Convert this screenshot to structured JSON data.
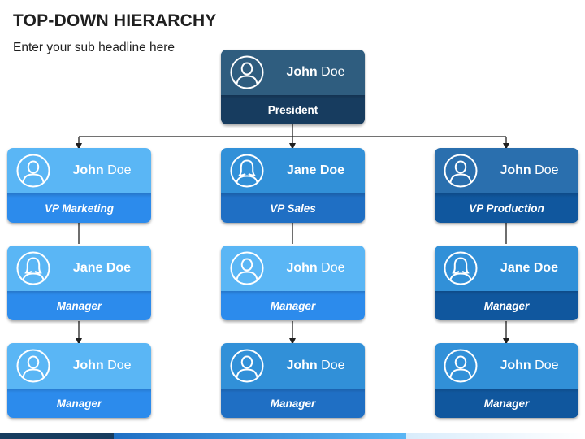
{
  "header": {
    "title": "TOP-DOWN HIERARCHY",
    "subtitle": "Enter your sub headline here"
  },
  "colors": {
    "president_top": "#2f5d7f",
    "president_bottom": "#173c5f",
    "light_top": "#5ab6f5",
    "light_bottom": "#2c8bec",
    "mid_top": "#3190d8",
    "mid_bottom": "#1f6fc4",
    "dark_top": "#2a6fae",
    "dark_bottom": "#10579e",
    "connector": "#1f1f1f"
  },
  "president": {
    "first": "John",
    "last": "Doe",
    "full": "",
    "role": "President",
    "avatar": "male-avatar-icon"
  },
  "columns": [
    {
      "name": "vp-marketing",
      "cards": [
        {
          "first": "John",
          "last": "Doe",
          "full": "",
          "role": "VP Marketing",
          "avatar": "male-avatar-icon"
        },
        {
          "first": "",
          "last": "",
          "full": "Jane Doe",
          "role": "Manager",
          "avatar": "female-avatar-icon"
        },
        {
          "first": "John",
          "last": "Doe",
          "full": "",
          "role": "Manager",
          "avatar": "male-avatar-icon"
        }
      ]
    },
    {
      "name": "vp-sales",
      "cards": [
        {
          "first": "",
          "last": "",
          "full": "Jane Doe",
          "role": "VP Sales",
          "avatar": "female-avatar-icon"
        },
        {
          "first": "John",
          "last": "Doe",
          "full": "",
          "role": "Manager",
          "avatar": "male-avatar-icon"
        },
        {
          "first": "John",
          "last": "Doe",
          "full": "",
          "role": "Manager",
          "avatar": "male-avatar-icon"
        }
      ]
    },
    {
      "name": "vp-production",
      "cards": [
        {
          "first": "John",
          "last": "Doe",
          "full": "",
          "role": "VP Production",
          "avatar": "male-avatar-icon"
        },
        {
          "first": "",
          "last": "",
          "full": "Jane Doe",
          "role": "Manager",
          "avatar": "female-avatar-icon"
        },
        {
          "first": "John",
          "last": "Doe",
          "full": "",
          "role": "Manager",
          "avatar": "male-avatar-icon"
        }
      ]
    }
  ]
}
